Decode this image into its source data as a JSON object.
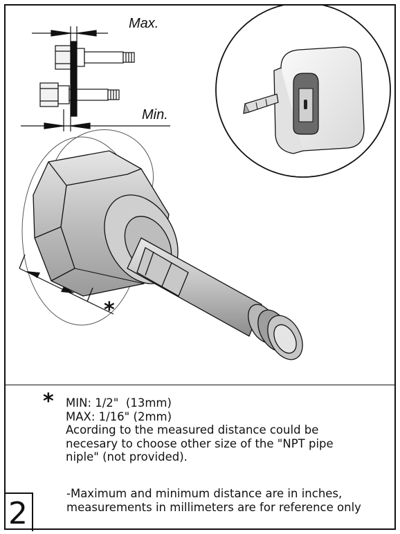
{
  "diagram": {
    "max_label": "Max.",
    "min_label": "Min.",
    "measure_symbol": "*"
  },
  "notes": {
    "asterisk": "*",
    "min_line": "MIN: 1/2\"  (13mm)",
    "max_line": "MAX: 1/16\" (2mm)",
    "text_line1": "Acording to the measured distance could be",
    "text_line2": "necesary to choose other size of the \"NPT pipe",
    "text_line3": "niple\" (not provided)."
  },
  "footnote": {
    "line1": "-Maximum and minimum distance are in inches,",
    "line2": "measurements in millimeters are for reference only"
  },
  "step": {
    "number": "2"
  }
}
